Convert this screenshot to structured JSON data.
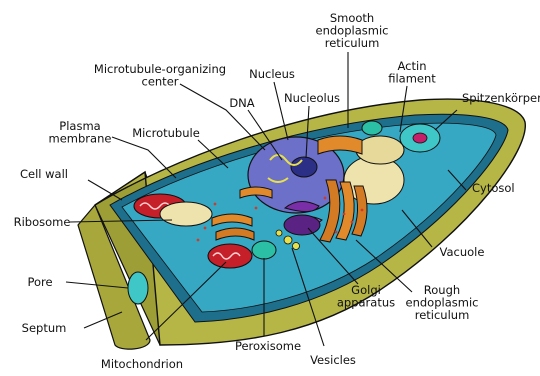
{
  "labels": {
    "smooth_er": [
      "Smooth",
      "endoplasmic",
      "reticulum"
    ],
    "actin": [
      "Actin",
      "filament"
    ],
    "spitzenkorper": [
      "Spitzenkörper"
    ],
    "mtoc": [
      "Microtubule-organizing",
      "center"
    ],
    "nucleus": [
      "Nucleus"
    ],
    "dna": [
      "DNA"
    ],
    "nucleolus": [
      "Nucleolus"
    ],
    "plasma_membrane": [
      "Plasma",
      "membrane"
    ],
    "microtubule": [
      "Microtubule"
    ],
    "cell_wall": [
      "Cell wall"
    ],
    "cytosol": [
      "Cytosol"
    ],
    "ribosome": [
      "Ribosome"
    ],
    "vacuole": [
      "Vacuole"
    ],
    "pore": [
      "Pore"
    ],
    "septum": [
      "Septum"
    ],
    "rough_er": [
      "Rough",
      "endoplasmic",
      "reticulum"
    ],
    "golgi": [
      "Golgi",
      "apparatus"
    ],
    "peroxisome": [
      "Peroxisome"
    ],
    "vesicles": [
      "Vesicles"
    ],
    "mitochondrion": [
      "Mitochondrion"
    ]
  },
  "colors": {
    "cell_wall": "#b6b647",
    "cell_wall_dark": "#8f8f2e",
    "cytoplasm": "#37a8c4",
    "membrane": "#1d6f8c",
    "nucleus": "#6c70c8",
    "mitochondrion": "#c51f2a",
    "golgi": "#e08a2c",
    "vacuole": "#eee3ad",
    "rough_er": "#d37a24",
    "peroxisome": "#2bbfa5",
    "vesicle": "#7a2ea8",
    "pore": "#3fc6c7"
  }
}
